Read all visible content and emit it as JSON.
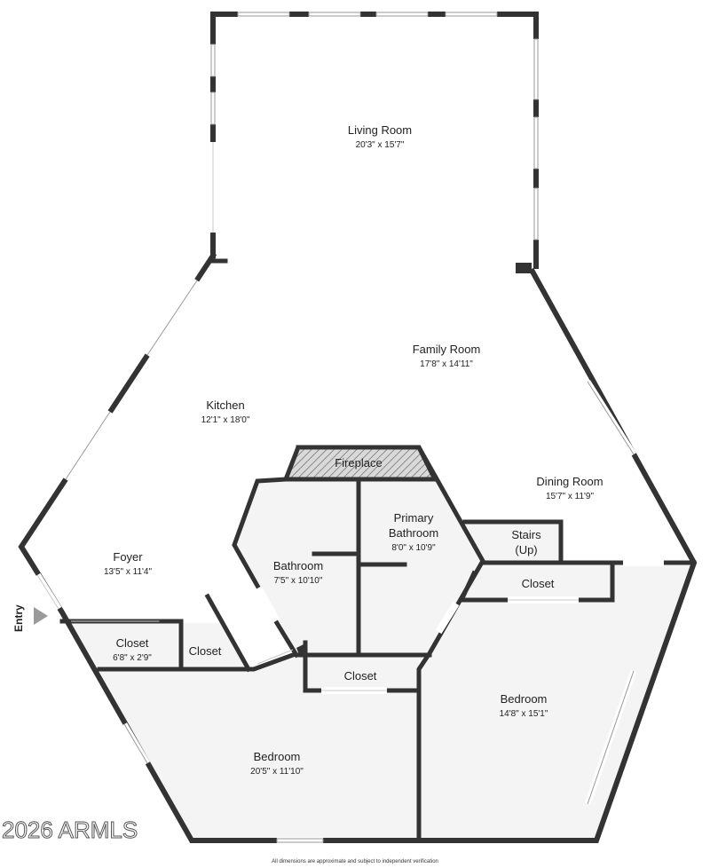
{
  "plan": {
    "rooms": [
      {
        "id": "living-room",
        "name": "Living Room",
        "dims": "20'3\" x 15'7\""
      },
      {
        "id": "family-room",
        "name": "Family Room",
        "dims": "17'8\" x 14'11\""
      },
      {
        "id": "kitchen",
        "name": "Kitchen",
        "dims": "12'1\" x 18'0\""
      },
      {
        "id": "dining-room",
        "name": "Dining Room",
        "dims": "15'7\" x 11'9\""
      },
      {
        "id": "foyer",
        "name": "Foyer",
        "dims": "13'5\" x 11'4\""
      },
      {
        "id": "primary-bathroom",
        "name_line1": "Primary",
        "name_line2": "Bathroom",
        "dims": "8'0\" x 10'9\""
      },
      {
        "id": "bathroom",
        "name": "Bathroom",
        "dims": "7'5\" x 10'10\""
      },
      {
        "id": "closet-foyer",
        "name": "Closet",
        "dims": "6'8\" x 2'9\""
      },
      {
        "id": "bedroom-right",
        "name": "Bedroom",
        "dims": "14'8\" x 15'1\""
      },
      {
        "id": "bedroom-left",
        "name": "Bedroom",
        "dims": "20'5\" x 11'10\""
      }
    ],
    "labels": {
      "fireplace": "Fireplace",
      "stairs_line1": "Stairs",
      "stairs_line2": "(Up)",
      "closet_small": "Closet",
      "closet_center": "Closet",
      "closet_right": "Closet",
      "entry": "Entry"
    },
    "watermark": "2026 ARMLS",
    "footer": "All dimensions are approximate and subject to independent verification"
  }
}
